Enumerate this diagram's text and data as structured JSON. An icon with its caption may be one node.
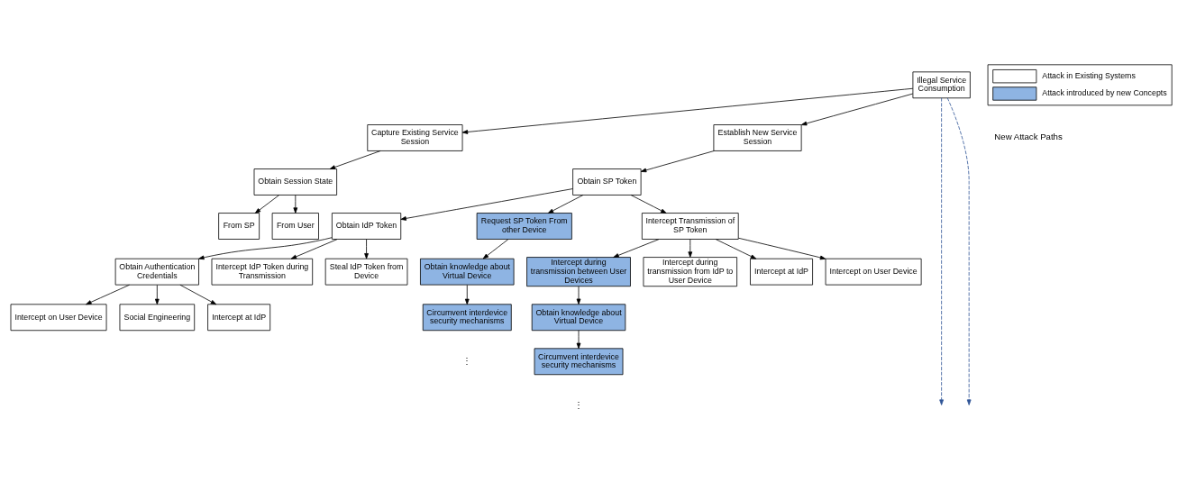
{
  "diagram": {
    "nodes": [
      {
        "text": [
          "Illegal Service Consumption"
        ]
      },
      {
        "text": [
          "Capture Existing Service Session"
        ]
      },
      {
        "text": [
          "Establish New Service Session"
        ]
      },
      {
        "text": [
          "Obtain Session State"
        ]
      },
      {
        "text": [
          "From SP"
        ]
      },
      {
        "text": [
          "From User"
        ]
      },
      {
        "text": [
          "Obtain SP Token"
        ]
      },
      {
        "text": [
          "Obtain IdP Token"
        ]
      },
      {
        "text": [
          "Request SP Token From other Device"
        ]
      },
      {
        "text": [
          "Intercept Transmission of SP Token"
        ]
      },
      {
        "text": [
          "Obtain Authentication Credentials"
        ]
      },
      {
        "text": [
          "Intercept IdP Token during Transmission"
        ]
      },
      {
        "text": [
          "Steal IdP Token from Device"
        ]
      },
      {
        "text": [
          "Obtain knowledge about Virtual Device"
        ]
      },
      {
        "text": [
          "Intercept during transmission between User Devices"
        ]
      },
      {
        "text": [
          "Intercept during transmission from IdP to User Device"
        ]
      },
      {
        "text": [
          "Intercept at IdP"
        ]
      },
      {
        "text": [
          "Intercept on User Device"
        ]
      },
      {
        "text": [
          "Intercept on User Device"
        ]
      },
      {
        "text": [
          "Social Engineering"
        ]
      },
      {
        "text": [
          "Intercept at IdP"
        ]
      },
      {
        "text": [
          "Circumvent interdevice security mechanisms"
        ]
      },
      {
        "text": [
          "Obtain knowledge about Virtual Device"
        ]
      },
      {
        "text": [
          "Circumvent interdevice security mechanisms"
        ]
      }
    ],
    "edges": [
      {
        "from": 0,
        "to": 1,
        "arrow": "to"
      },
      {
        "from": 0,
        "to": 2,
        "arrow": "to"
      },
      {
        "from": 1,
        "to": 3,
        "arrow": "to"
      },
      {
        "from": 3,
        "to": 4,
        "arrow": "to"
      },
      {
        "from": 3,
        "to": 5,
        "arrow": "to"
      },
      {
        "from": 2,
        "to": 6,
        "arrow": "to"
      },
      {
        "from": 6,
        "to": 7,
        "arrow": "to"
      },
      {
        "from": 6,
        "to": 8,
        "arrow": "to"
      },
      {
        "from": 6,
        "to": 9,
        "arrow": "to"
      },
      {
        "from": 7,
        "to": 10,
        "arrow": "to"
      },
      {
        "from": 7,
        "to": 11,
        "arrow": "to"
      },
      {
        "from": 7,
        "to": 12,
        "arrow": "to"
      },
      {
        "from": 8,
        "to": 13,
        "arrow": "to"
      },
      {
        "from": 13,
        "to": 21,
        "arrow": "to"
      },
      {
        "from": 9,
        "to": 14,
        "arrow": "to"
      },
      {
        "from": 9,
        "to": 15,
        "arrow": "to"
      },
      {
        "from": 9,
        "to": 16,
        "arrow": "to"
      },
      {
        "from": 9,
        "to": 17,
        "arrow": "to"
      },
      {
        "from": 10,
        "to": 18,
        "arrow": "to"
      },
      {
        "from": 10,
        "to": 19,
        "arrow": "to"
      },
      {
        "from": 10,
        "to": 20,
        "arrow": "to"
      },
      {
        "from": 14,
        "to": 22,
        "arrow": "to"
      },
      {
        "from": 22,
        "to": 23,
        "arrow": "to"
      },
      {
        "from": 0,
        "to": null,
        "arrow": "to",
        "style": "dashed",
        "color": "#2f5597"
      },
      {
        "from": 0,
        "to": null,
        "arrow": "to",
        "style": "dashed",
        "color": "#2f5597"
      }
    ],
    "labels": [
      "New Attack Paths",
      "⋮",
      "⋮"
    ],
    "legend": [
      {
        "text": "Attack in Existing Systems",
        "color": "#ffffff"
      },
      {
        "text": "Attack introduced by new Concepts",
        "color": "#8eb4e3"
      }
    ]
  }
}
